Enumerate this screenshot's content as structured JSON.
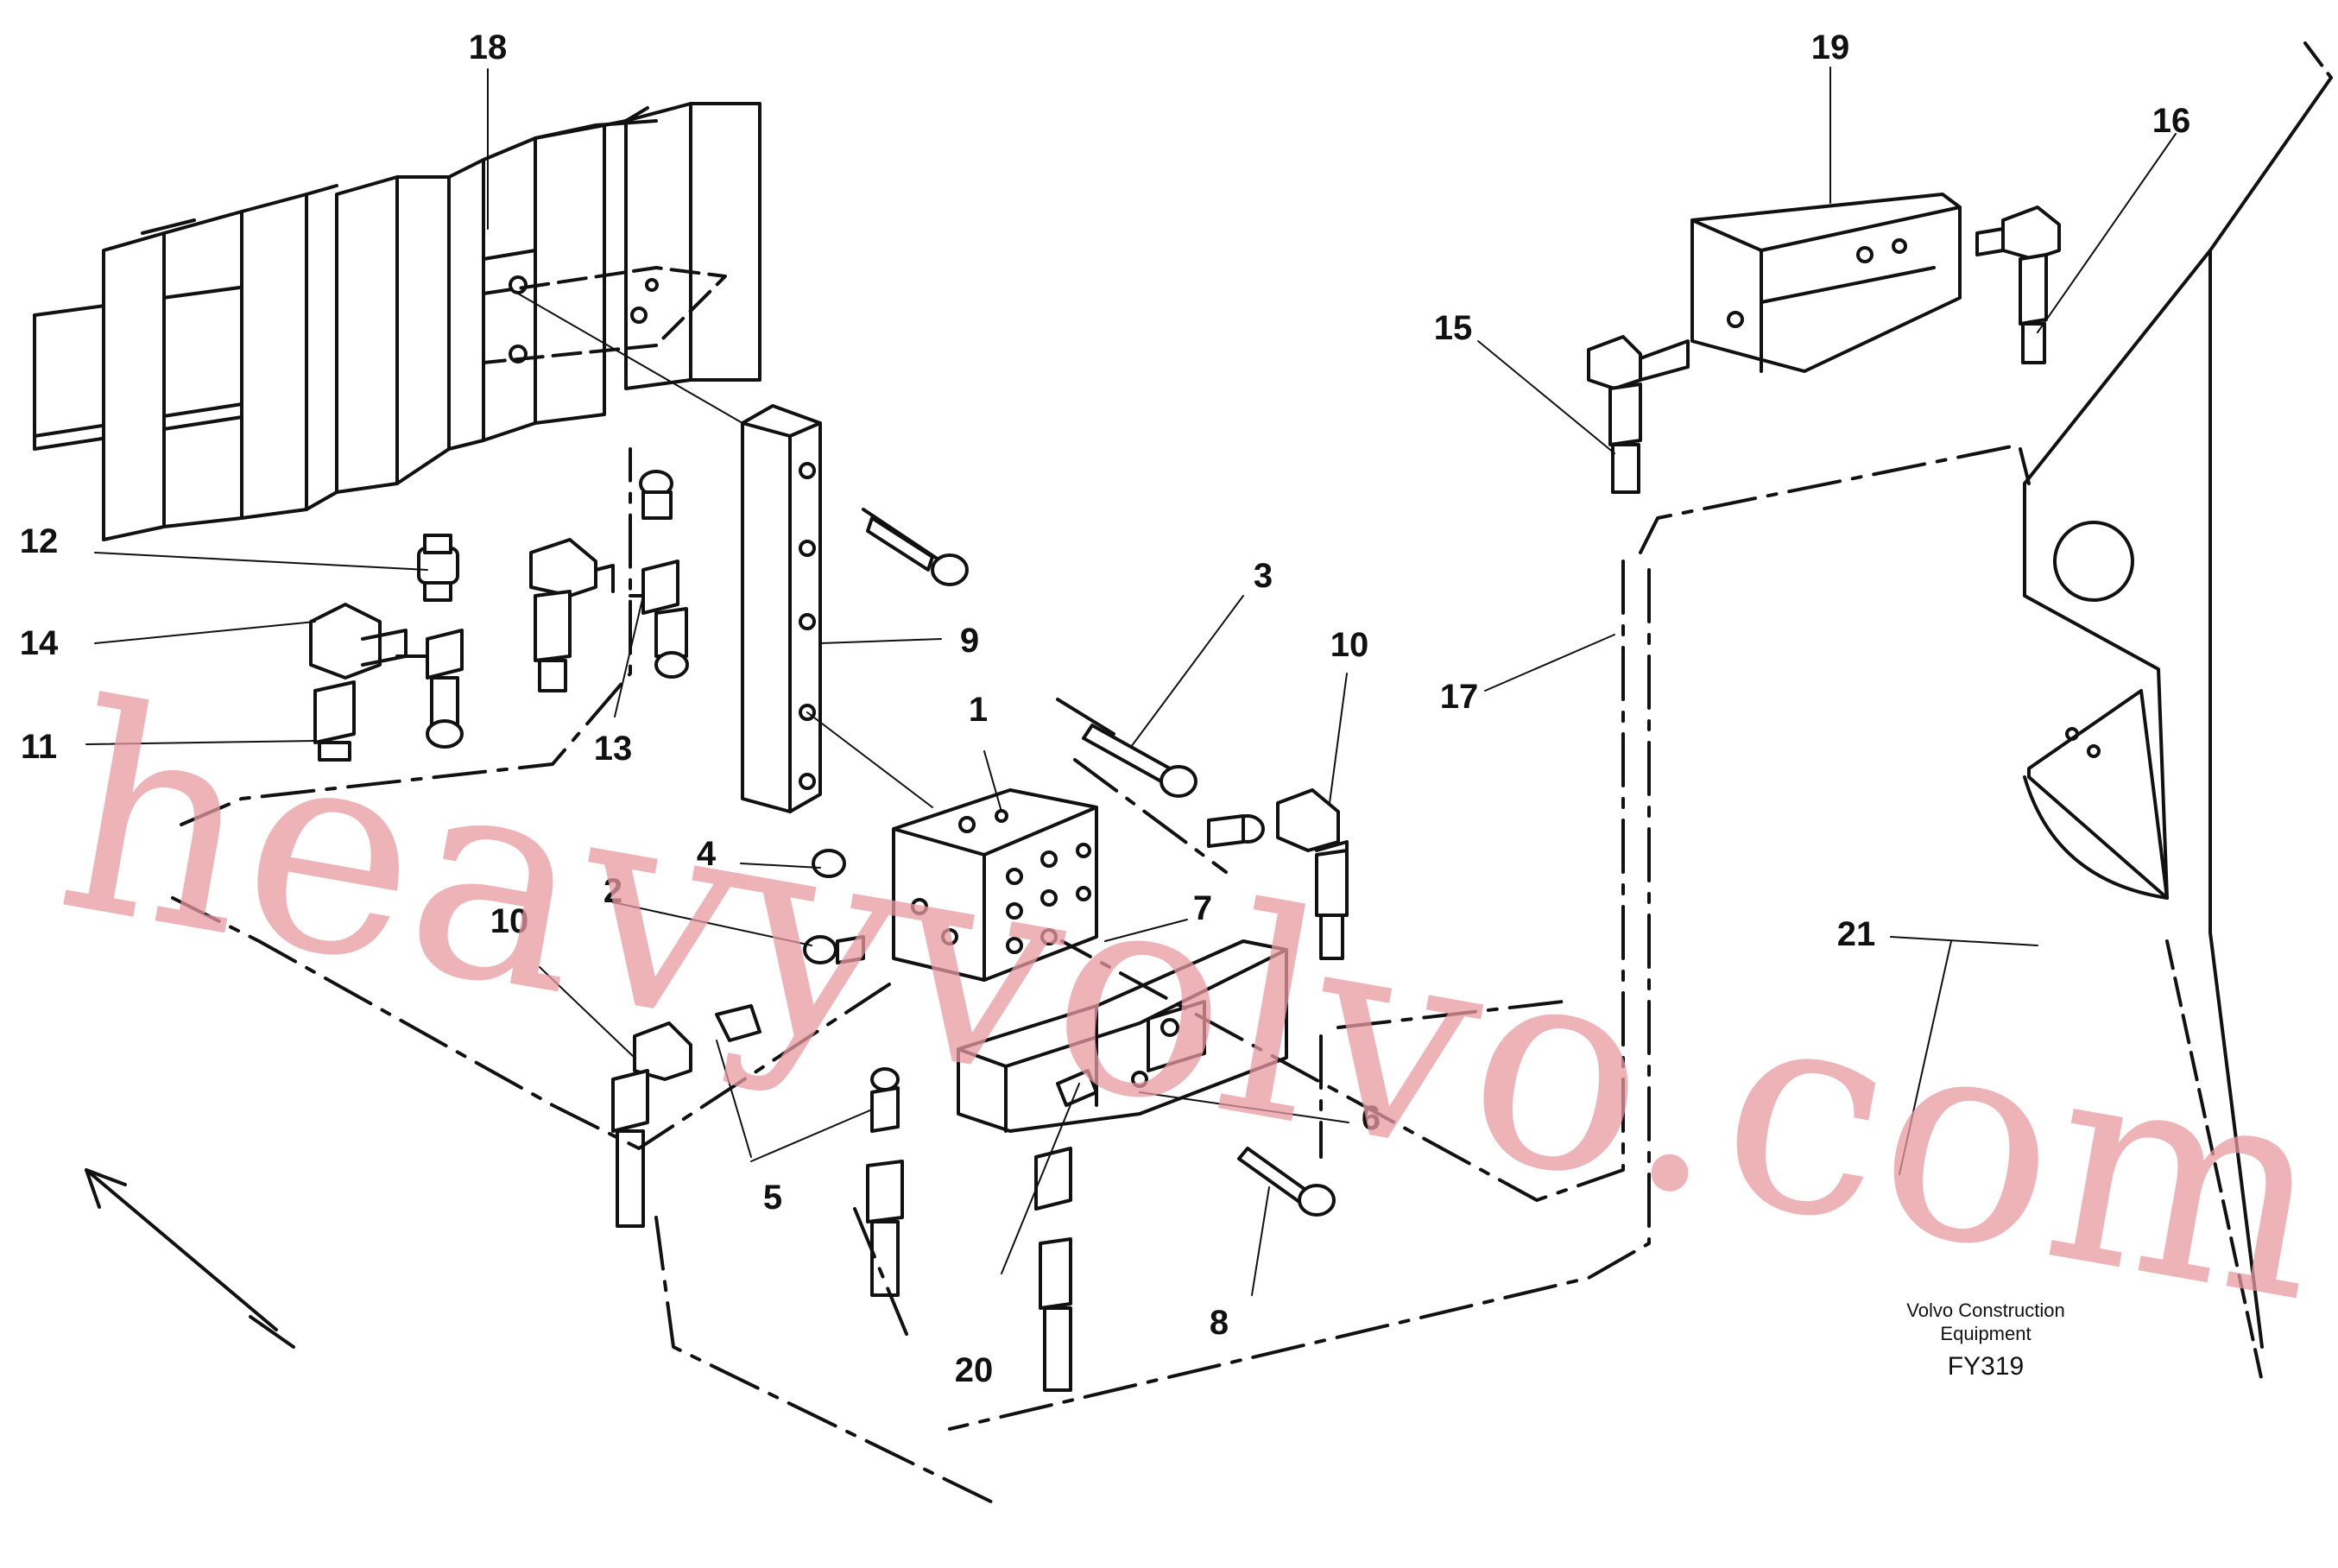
{
  "watermark": "heavyvolvo.com",
  "caption": {
    "line1": "Volvo Construction",
    "line2": "Equipment",
    "code": "FY319"
  },
  "callouts": [
    {
      "id": "c1",
      "label": "1"
    },
    {
      "id": "c2",
      "label": "2"
    },
    {
      "id": "c3",
      "label": "3"
    },
    {
      "id": "c4",
      "label": "4"
    },
    {
      "id": "c5",
      "label": "5"
    },
    {
      "id": "c6",
      "label": "6"
    },
    {
      "id": "c7",
      "label": "7"
    },
    {
      "id": "c8",
      "label": "8"
    },
    {
      "id": "c9",
      "label": "9"
    },
    {
      "id": "c10a",
      "label": "10"
    },
    {
      "id": "c10b",
      "label": "10"
    },
    {
      "id": "c11",
      "label": "11"
    },
    {
      "id": "c12",
      "label": "12"
    },
    {
      "id": "c13",
      "label": "13"
    },
    {
      "id": "c14",
      "label": "14"
    },
    {
      "id": "c15",
      "label": "15"
    },
    {
      "id": "c16",
      "label": "16"
    },
    {
      "id": "c17",
      "label": "17"
    },
    {
      "id": "c18",
      "label": "18"
    },
    {
      "id": "c19",
      "label": "19"
    },
    {
      "id": "c20",
      "label": "20"
    },
    {
      "id": "c21",
      "label": "21"
    }
  ]
}
